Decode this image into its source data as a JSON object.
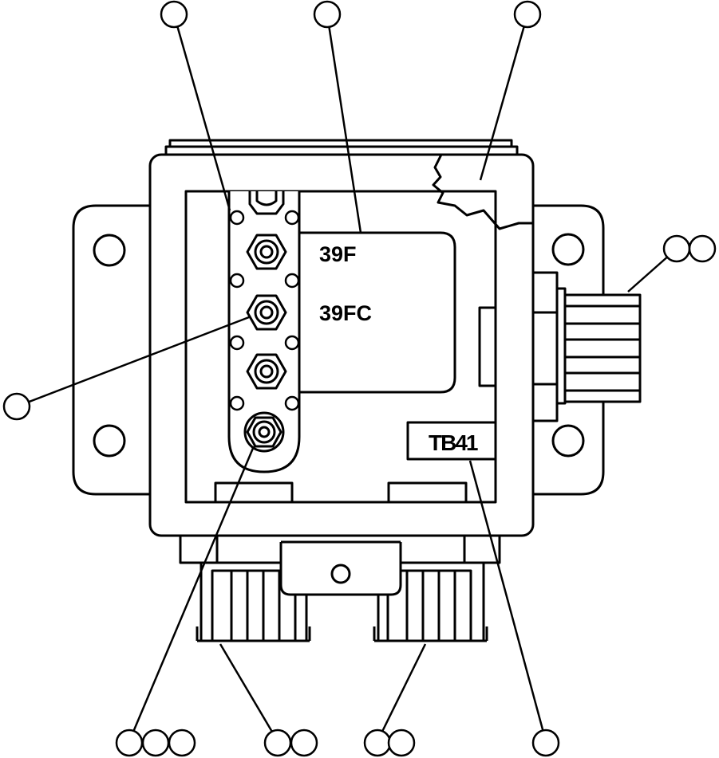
{
  "diagram": {
    "labels": {
      "terminal_top": "39F",
      "terminal_bottom": "39FC",
      "board_tag": "TB41"
    },
    "colors": {
      "stroke": "#000000",
      "fill": "#ffffff"
    },
    "callouts": [
      {
        "name": "callout-top-left",
        "count": 1
      },
      {
        "name": "callout-top-center",
        "count": 1
      },
      {
        "name": "callout-top-right",
        "count": 1
      },
      {
        "name": "callout-right-connector",
        "count": 2
      },
      {
        "name": "callout-left-terminal",
        "count": 1
      },
      {
        "name": "callout-bottom-terminal",
        "count": 3
      },
      {
        "name": "callout-bottom-left-connector",
        "count": 2
      },
      {
        "name": "callout-bottom-right-connector",
        "count": 2
      },
      {
        "name": "callout-tb41",
        "count": 1
      }
    ]
  }
}
